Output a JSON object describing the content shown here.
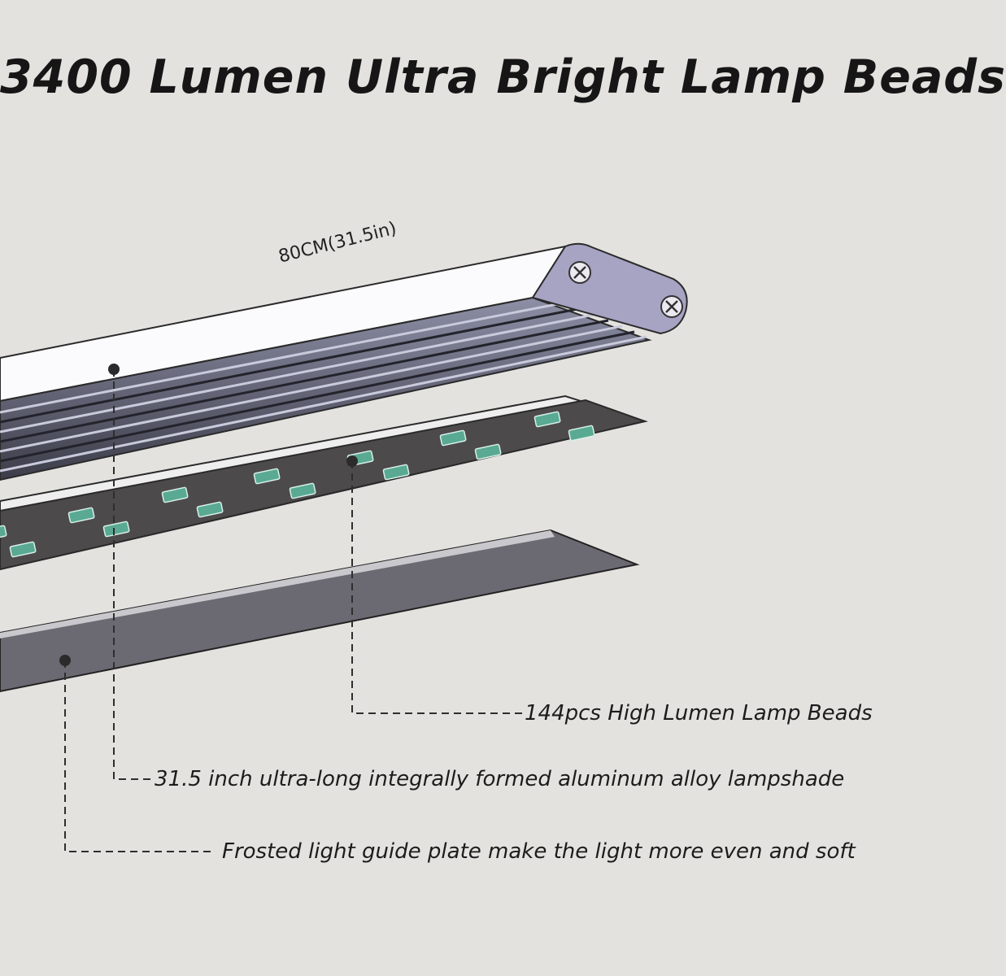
{
  "title": "3400 Lumen Ultra Bright Lamp Beads",
  "dimension_label": "80CM(31.5in)",
  "callouts": {
    "lamp_beads": "144pcs High Lumen Lamp Beads",
    "lampshade": "31.5 inch ultra-long integrally formed aluminum alloy lampshade",
    "guide_plate": "Frosted light guide plate make the light more even and soft"
  },
  "colors": {
    "background": "#e4e2df",
    "end_cap": "#a7a3c3",
    "led_board": "#4d4a4c",
    "led_bead": "#5aa992",
    "guide_plate": "#6b6a72"
  }
}
